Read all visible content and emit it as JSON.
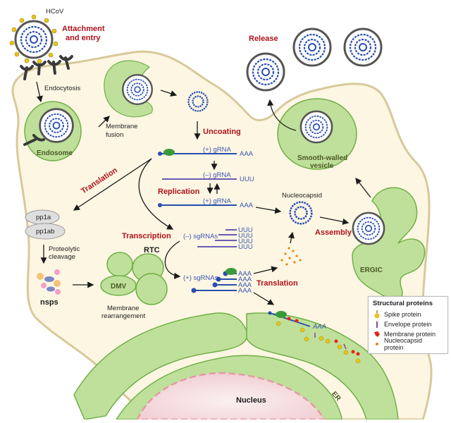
{
  "labels": {
    "hcov": "HCoV",
    "attachment": [
      "Attachment",
      "and entry"
    ],
    "endocytosis": "Endocytosis",
    "endosome": "Endosome",
    "membrane_fusion": [
      "Membrane",
      "fusion"
    ],
    "uncoating": "Uncoating",
    "release": "Release",
    "smooth_vesicle": [
      "Smooth-walled",
      "vesicle"
    ],
    "translation_top": "Translation",
    "replication": "Replication",
    "pp1a": "pp1a",
    "pp1ab": "pp1ab",
    "proteolytic": [
      "Proteolytic",
      "cleavage"
    ],
    "nsps": "nsps",
    "transcription": "Transcription",
    "rtc": "RTC",
    "dmv": "DMV",
    "membrane_rearr": [
      "Membrane",
      "rearrangement"
    ],
    "nucleocapsid": "Nucleocapsid",
    "assembly": "Assembly",
    "ergic": "ERGIC",
    "translation_bottom": "Translation",
    "nucleus": "Nucleus",
    "er": "ER"
  },
  "rna": {
    "plus_grna": "(+) gRNA",
    "minus_grna": "(–) gRNA",
    "plus_grna_2": "(+) gRNA",
    "minus_sgrnas": "(–) sgRNAs",
    "plus_sgrnas": "(+) sgRNAs",
    "aaa": "AAA",
    "uuu": "UUU",
    "aaa_italic": "AAA"
  },
  "legend": {
    "title": "Structural proteins",
    "items": [
      {
        "icon": "spike-protein-icon",
        "label": "Spike protein",
        "color": "#e8c51a"
      },
      {
        "icon": "envelope-protein-icon",
        "label": "Envelope protein",
        "color": "#8a4aa0"
      },
      {
        "icon": "membrane-protein-icon",
        "label": "Membrane protein",
        "color": "#e1261c"
      },
      {
        "icon": "nucleocapsid-protein-icon",
        "label": "Nucleocapsid protein",
        "color": "#e08a1e"
      }
    ]
  },
  "colors": {
    "cytoplasm": "#fdf6e3",
    "membrane": "#d8c99a",
    "organelle": "#bfe09a",
    "organelle_edge": "#6fb046",
    "accent_red": "#b0121b",
    "rna_blue": "#2a4db0",
    "rna_purple": "#6a5bb5",
    "nucleus": "#f6dde0"
  }
}
